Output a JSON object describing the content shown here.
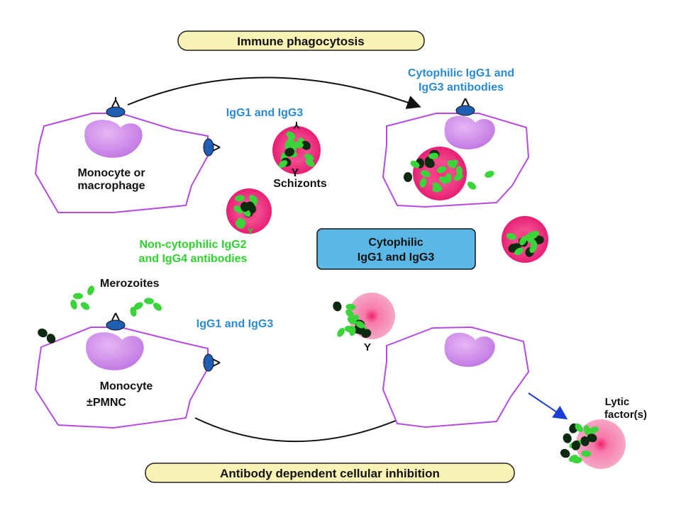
{
  "diagram": {
    "top_title": "Immune phagocytosis",
    "bottom_title": "Antibody dependent cellular inhibition",
    "cytophilic_antibodies_line1": "Cytophilic IgG1 and",
    "cytophilic_antibodies_line2": "IgG3 antibodies",
    "igg_label_top": "IgG1 and IgG3",
    "igg_label_bottom": "IgG1 and IgG3",
    "monocyte_macrophage_line1": "Monocyte or",
    "monocyte_macrophage_line2": "macrophage",
    "schizonts_label": "Schizonts",
    "noncytophilic_line1": "Non-cytophilic IgG2",
    "noncytophilic_line2": "and IgG4 antibodies",
    "center_box_line1": "Cytophilic",
    "center_box_line2": "IgG1 and IgG3",
    "merozoites_label": "Merozoites",
    "monocyte_line1": "Monocyte",
    "monocyte_line2": "±PMNC",
    "lytic_line1": "Lytic",
    "lytic_line2": "factor(s)",
    "antibody_y": "Y"
  },
  "colors": {
    "cell_outline": "#b64ae0",
    "nucleus": "#cf8be8",
    "schizont": "#ea1f7d",
    "merozoite_green": "#3bd43b",
    "merozoite_dark": "#0c2a10",
    "label_blue": "#2a8ad4",
    "label_green": "#2ed12e",
    "title_pill": "#fbf3b5",
    "center_box": "#5bb8e6",
    "receptor_blue": "#1e5fb3"
  }
}
